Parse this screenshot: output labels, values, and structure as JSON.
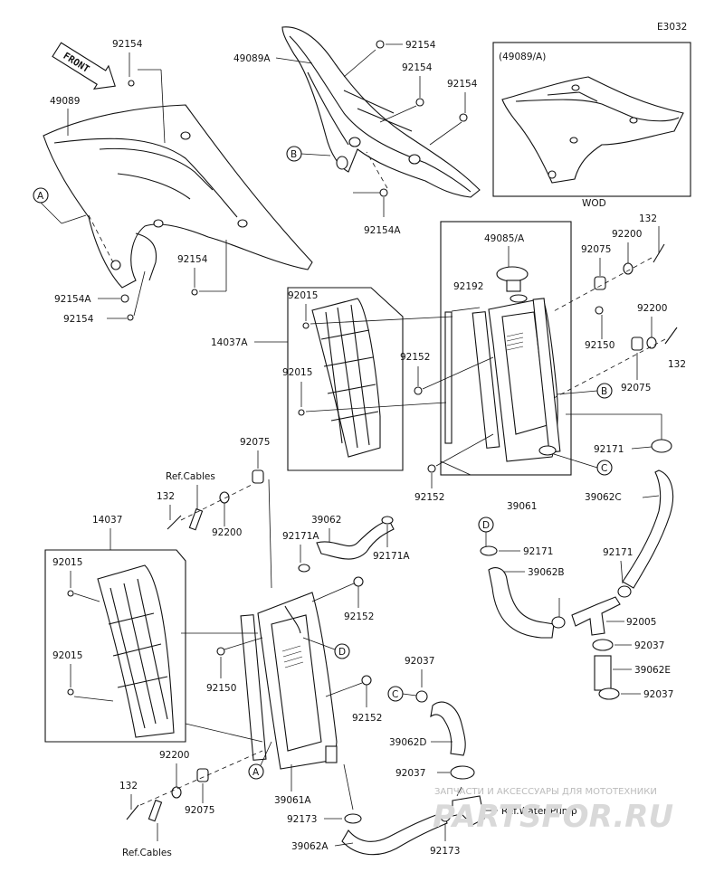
{
  "diagram_code": "E3032",
  "inset": {
    "title": "(49089/A)",
    "caption": "WOD"
  },
  "direction_arrow": "FRONT",
  "labels": {
    "p49089": "49089",
    "p49089A": "49089A",
    "p92154_a": "92154",
    "p92154_b": "92154",
    "p92154_c": "92154",
    "p92154_d": "92154",
    "p92154_e": "92154",
    "p92154_f": "92154",
    "p92154A_a": "92154A",
    "p92154A_b": "92154A",
    "p49085A": "49085/A",
    "p92192": "92192",
    "p92200_a": "92200",
    "p92200_b": "92200",
    "p92200_c": "92200",
    "p92200_d": "92200",
    "p132_a": "132",
    "p132_b": "132",
    "p132_c": "132",
    "p132_d": "132",
    "p92075_a": "92075",
    "p92075_b": "92075",
    "p92075_c": "92075",
    "p92075_d": "92075",
    "p92015_a": "92015",
    "p92015_b": "92015",
    "p92015_c": "92015",
    "p92015_d": "92015",
    "p14037A": "14037A",
    "p14037": "14037",
    "p92150_a": "92150",
    "p92150_b": "92150",
    "p92152_a": "92152",
    "p92152_b": "92152",
    "p92152_c": "92152",
    "p92152_d": "92152",
    "p92171_a": "92171",
    "p92171_b": "92171",
    "p92171_c": "92171",
    "p92171A_a": "92171A",
    "p92171A_b": "92171A",
    "p39061": "39061",
    "p39061A": "39061A",
    "p39062": "39062",
    "p39062A": "39062A",
    "p39062B": "39062B",
    "p39062C": "39062C",
    "p39062D": "39062D",
    "p39062E": "39062E",
    "p92005": "92005",
    "p92037_a": "92037",
    "p92037_b": "92037",
    "p92037_c": "92037",
    "p92037_d": "92037",
    "p92173_a": "92173",
    "p92173_b": "92173",
    "ref_cables_a": "Ref.Cables",
    "ref_cables_b": "Ref.Cables",
    "ref_water_pump": "Ref.Water Pump"
  },
  "callouts": {
    "A": "A",
    "B": "B",
    "C": "C",
    "D": "D"
  },
  "watermark": {
    "line": "ЗАПЧАСТИ И АКСЕССУАРЫ ДЛЯ МОТОТЕХНИКИ",
    "brand": "PARTSFOR.RU"
  }
}
